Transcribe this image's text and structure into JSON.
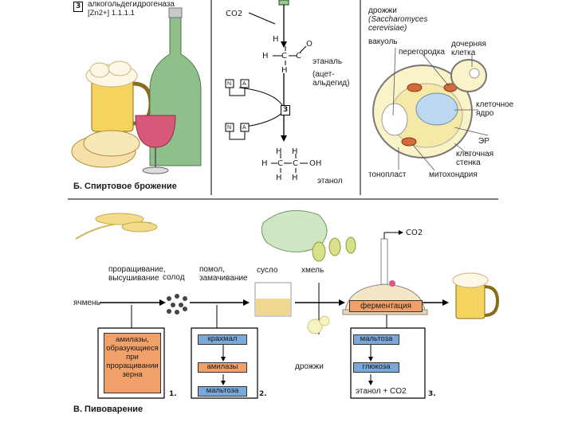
{
  "top_left": {
    "step_num": "3",
    "enzyme_name": "алкогольдегидрогеназа",
    "enzyme_sub": "[Zn2+] 1.1.1.1",
    "section_title": "Б. Спиртовое брожение"
  },
  "middle_chem": {
    "step_num": "3",
    "co2": "CO2",
    "ethanal_label": "этаналь",
    "acetaldehyde_label": "(ацет-альдегид)",
    "ethanol_label": "этанол",
    "oh": "OH",
    "nad_n": "N",
    "nad_a": "A",
    "h": "H",
    "c": "C",
    "o": "O"
  },
  "yeast": {
    "title": "дрожжи",
    "species": "(Saccharomyces cerevisiae)",
    "vacuole": "вакуоль",
    "septum": "перегородка",
    "daughter_cell": "дочерняя клетка",
    "nucleus": "клеточное ядро",
    "er": "ЭР",
    "cell_wall": "клеточная стенка",
    "tonoplast": "тонопласт",
    "mitochondria": "митохондрия"
  },
  "brewing": {
    "section_title": "В. Пивоварение",
    "barley": "ячмень",
    "step1_text": "проращивание, высушивание",
    "malt": "солод",
    "step2_text": "помол, замачивание",
    "wort": "сусло",
    "hops": "хмель",
    "co2_top": "CO2",
    "fermentation": "ферментация",
    "yeast": "дрожжи",
    "box1": "амилазы, образующиеся при проращивании зерна",
    "box1_num": "1.",
    "box2_starch": "крахмал",
    "box2_amylase": "амилазы",
    "box2_maltose": "мальтоза",
    "box2_num": "2.",
    "box3_maltose": "мальтоза",
    "box3_glucose": "глюкоза",
    "box3_products": "этанол + CO2",
    "box3_num": "3."
  },
  "colors": {
    "orange": "#f2a06a",
    "blue": "#7aa8d8",
    "beer": "#f4d35e",
    "bottle": "#8fbf8a",
    "wine": "#d8587a"
  }
}
